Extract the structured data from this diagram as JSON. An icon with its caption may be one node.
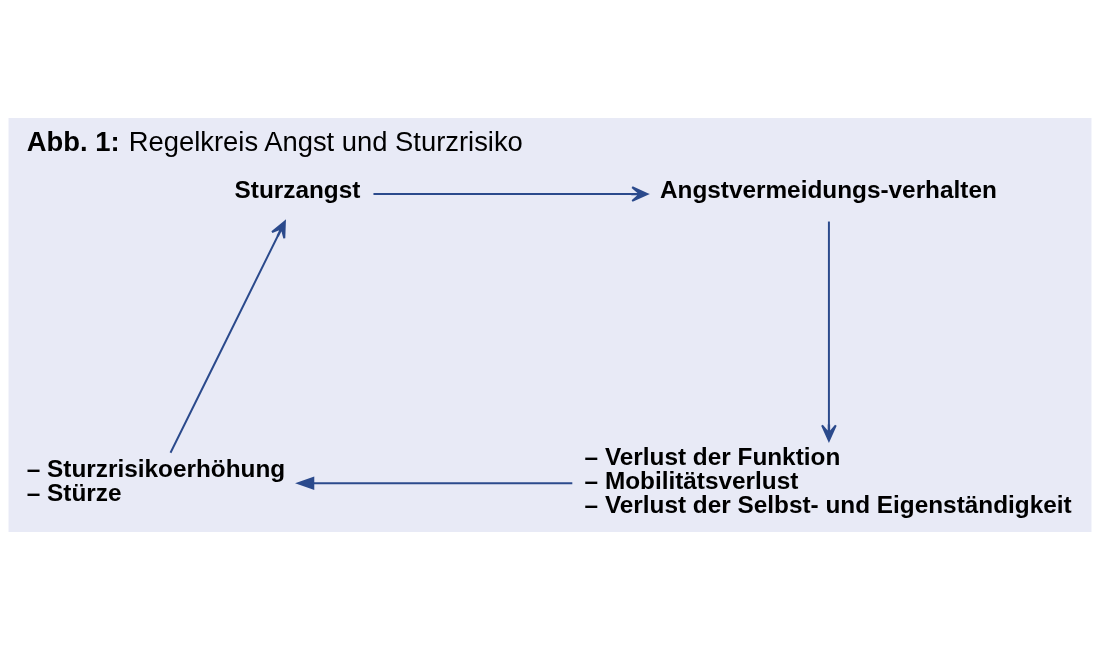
{
  "diagram": {
    "title": "**Abb. 1:** Regelkreis Angst und Sturzrisiko",
    "nodes": [
      {
        "text": [
          "Sturzangst"
        ]
      },
      {
        "text": [
          "Angstvermeidungs-verhalten"
        ]
      },
      {
        "text": [
          "– Verlust der Funktion",
          "– Mobilitätsverlust",
          "– Verlust der Selbst- und Eigenständigkeit"
        ]
      },
      {
        "text": [
          "– Sturzrisikoerhöhung",
          "– Stürze"
        ]
      }
    ],
    "edges": [
      {
        "from": 0,
        "to": 1,
        "arrow": "to"
      },
      {
        "from": 1,
        "to": 2,
        "arrow": "to"
      },
      {
        "from": 2,
        "to": 3,
        "arrow": "to"
      },
      {
        "from": 3,
        "to": 0,
        "arrow": "to"
      }
    ]
  }
}
